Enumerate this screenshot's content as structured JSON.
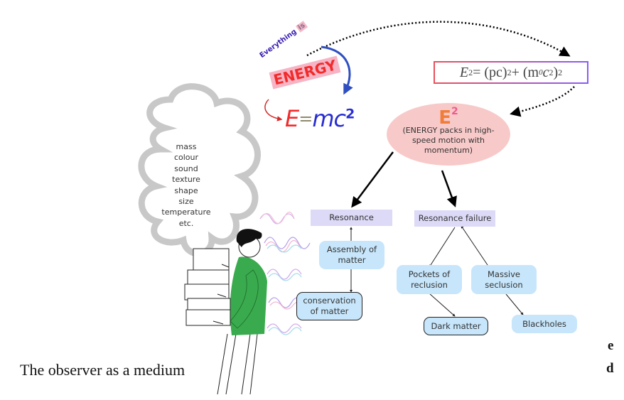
{
  "title_graphic": {
    "everything_text": "Everything",
    "is_text": "is",
    "energy_text": "ENERGY",
    "equation_E": "E",
    "equation_eq": "=",
    "equation_mc": "mc",
    "equation_exp": "2"
  },
  "formula": {
    "lhs": "E",
    "lhs_exp": "2",
    "eq": " = (pc)",
    "pc_exp": "2",
    "plus": " + (m",
    "sub": "0",
    "c": "c",
    "c_exp": "2",
    "close": ")",
    "outer_exp": "2"
  },
  "energy_node": {
    "symbol": "E",
    "exponent": "2",
    "description_lines": [
      "(ENERGY packs in high-",
      "speed motion with",
      "momentum)"
    ]
  },
  "cloud": {
    "properties": [
      "mass",
      "colour",
      "sound",
      "texture",
      "shape",
      "size",
      "temperature",
      "etc."
    ]
  },
  "nodes": {
    "resonance": "Resonance",
    "assembly_line1": "Assembly of",
    "assembly_line2": "matter",
    "conservation_line1": "conservation",
    "conservation_line2": "of matter",
    "resonance_failure": "Resonance failure",
    "pockets_line1": "Pockets of",
    "pockets_line2": "reclusion",
    "massive_line1": "Massive",
    "massive_line2": "seclusion",
    "dark_matter": "Dark matter",
    "blackholes": "Blackholes"
  },
  "caption": "The observer as a medium",
  "side_letters": [
    "e",
    "d"
  ],
  "colors": {
    "node_lavender": "#dcdaf7",
    "node_blue": "#c7e6fb",
    "ellipse_pink": "#f8c9c9",
    "shirt_green": "#3aaa4e",
    "cloud_gray": "#c8c8c8"
  }
}
